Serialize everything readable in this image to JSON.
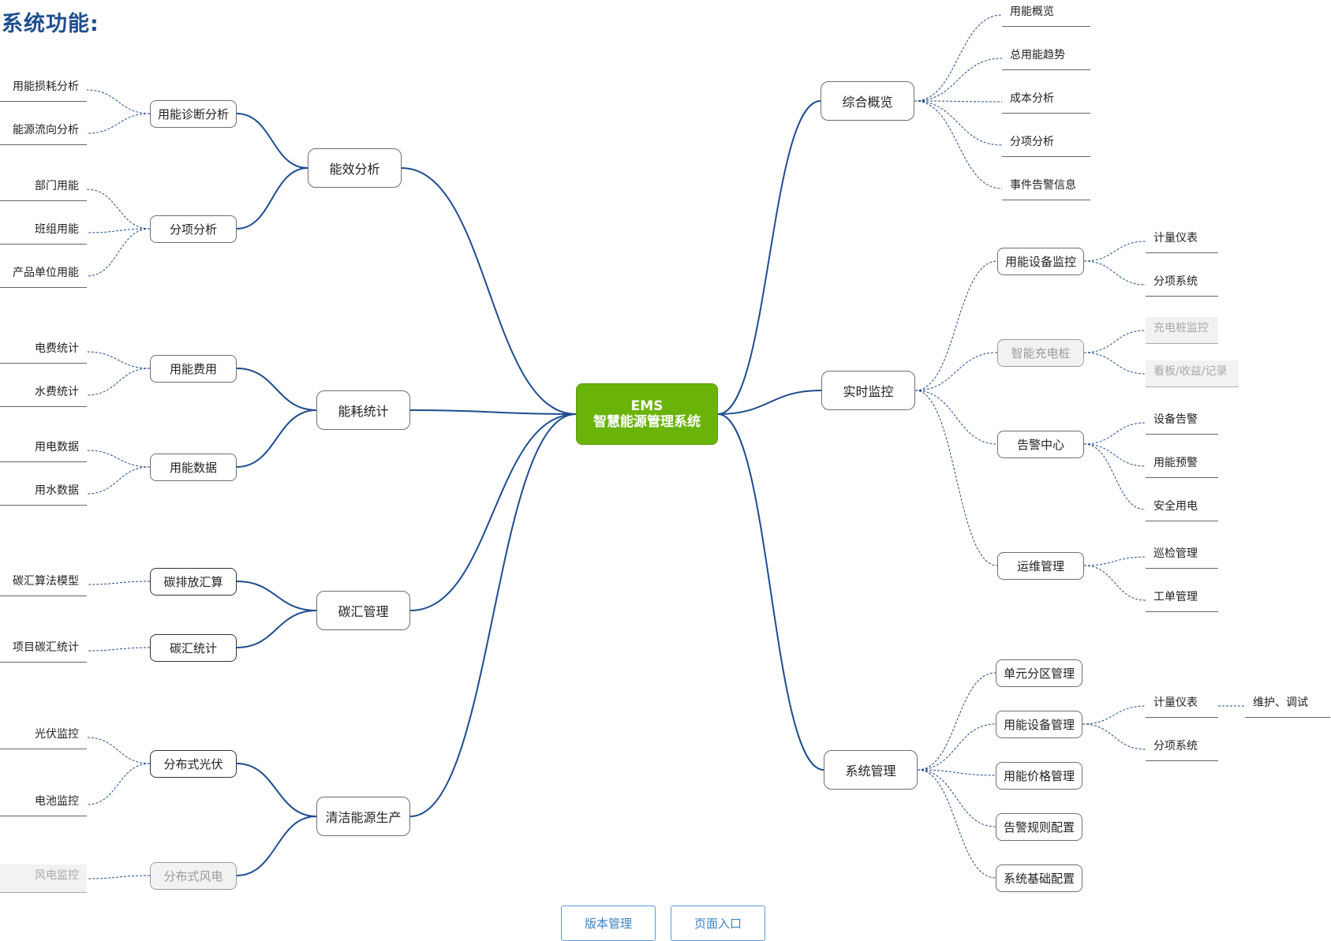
{
  "title": "系统功能:",
  "root": {
    "line1": "EMS",
    "line2": "智慧能源管理系统"
  },
  "l1": {
    "energy_efficiency": "能效分析",
    "energy_stats": "能耗统计",
    "carbon_mgmt": "碳汇管理",
    "clean_energy": "清洁能源生产",
    "overview": "综合概览",
    "realtime": "实时监控",
    "system_mgmt": "系统管理"
  },
  "l2": {
    "diagnosis": "用能诊断分析",
    "itemized": "分项分析",
    "cost": "用能费用",
    "usage_data": "用能数据",
    "carbon_emission": "碳排放汇算",
    "carbon_stats": "碳汇统计",
    "pv": "分布式光伏",
    "wind": "分布式风电",
    "device_monitor": "用能设备监控",
    "charging": "智能充电桩",
    "alarm_center": "告警中心",
    "ops": "运维管理",
    "unit_zone": "单元分区管理",
    "device_mgmt": "用能设备管理",
    "price_mgmt": "用能价格管理",
    "alarm_rules": "告警规则配置",
    "base_config": "系统基础配置"
  },
  "leaves": {
    "loss": "用能损耗分析",
    "flow": "能源流向分析",
    "dept": "部门用能",
    "team": "班组用能",
    "unit_product": "产品单位用能",
    "elec_fee": "电费统计",
    "water_fee": "水费统计",
    "elec_data": "用电数据",
    "water_data": "用水数据",
    "carbon_model": "碳汇算法模型",
    "project_carbon": "项目碳汇统计",
    "pv_monitor": "光伏监控",
    "battery": "电池监控",
    "wind_monitor": "风电监控",
    "ov_usage": "用能概览",
    "ov_trend": "总用能趋势",
    "ov_cost": "成本分析",
    "ov_item": "分项分析",
    "ov_event": "事件告警信息",
    "rt_meter": "计量仪表",
    "rt_item": "分项系统",
    "ch_monitor": "充电桩监控",
    "ch_board": "看板/收益/记录",
    "al_device": "设备告警",
    "al_warn": "用能预警",
    "al_safe": "安全用电",
    "op_inspect": "巡检管理",
    "op_order": "工单管理",
    "dm_meter": "计量仪表",
    "dm_item": "分项系统",
    "dm_maint": "维护、调试"
  },
  "buttons": {
    "version": "版本管理",
    "entry": "页面入口"
  },
  "colors": {
    "root": "#6ab40a",
    "link": "#1e4d8f",
    "title": "#1e4d8f",
    "button": "#3b82c4"
  }
}
